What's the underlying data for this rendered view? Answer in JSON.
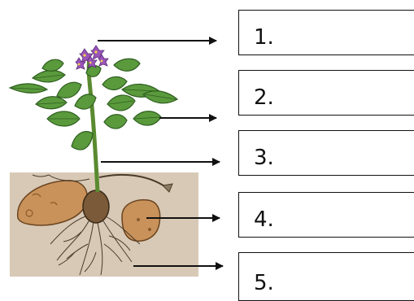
{
  "labels": [
    {
      "number": "1."
    },
    {
      "number": "2."
    },
    {
      "number": "3."
    },
    {
      "number": "4."
    },
    {
      "number": "5."
    }
  ],
  "parts": [
    "flower",
    "leaves",
    "stem",
    "tuber",
    "roots"
  ],
  "colors": {
    "soil": "#d8c9b6",
    "leaf": "#5a9a3c",
    "leaf_dark": "#2f5e20",
    "flower": "#9a55b8",
    "tuber": "#c9925a",
    "tuber_dark": "#8a5a2c",
    "root": "#4a3a2a",
    "arrow": "#111111"
  }
}
